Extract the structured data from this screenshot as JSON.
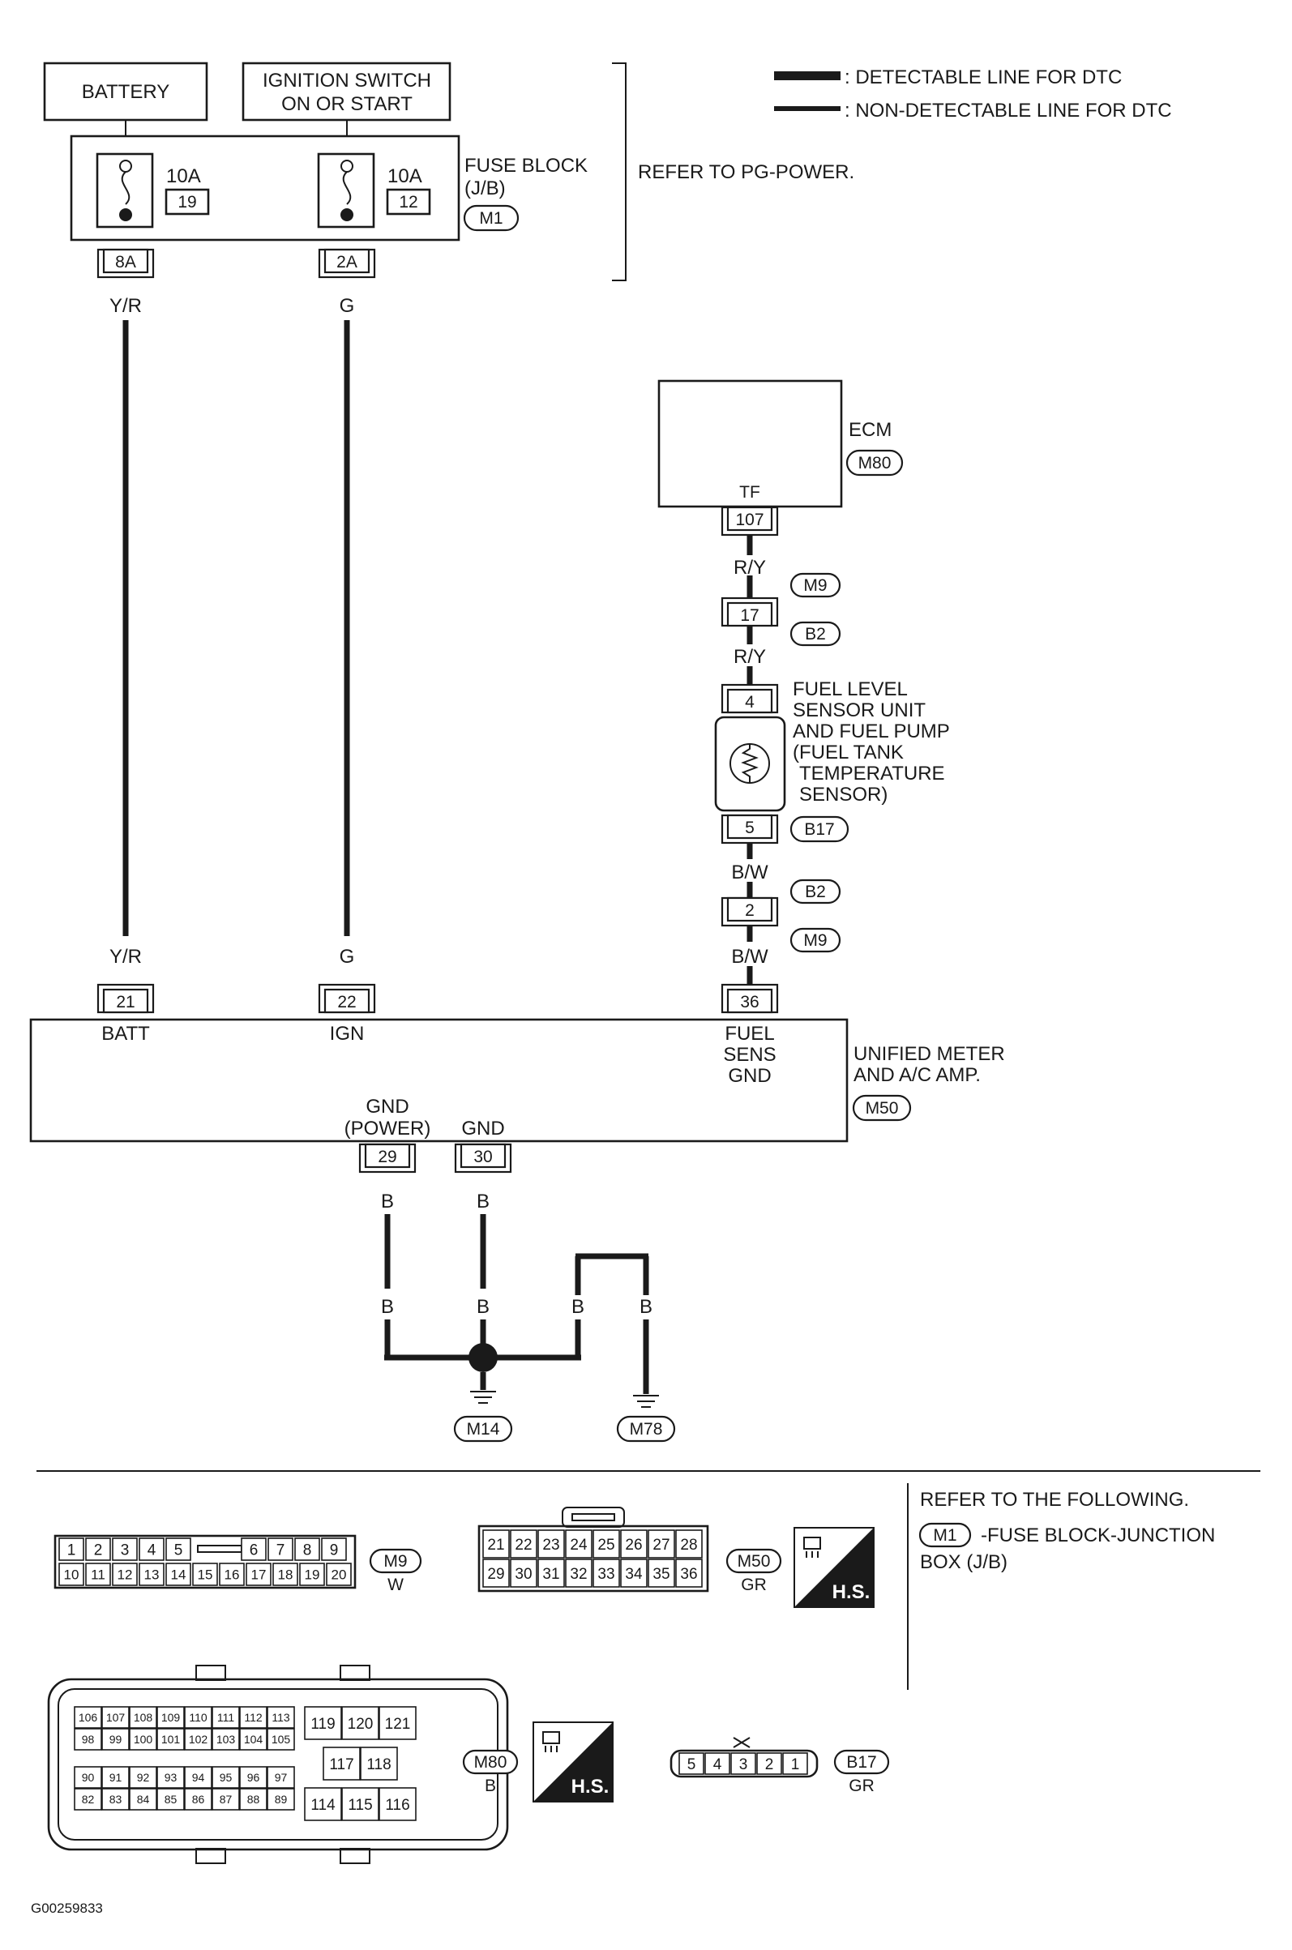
{
  "legend": {
    "detectable": ": DETECTABLE LINE FOR DTC",
    "non_detectable": ": NON-DETECTABLE LINE FOR DTC"
  },
  "power": {
    "battery": "BATTERY",
    "ign_line1": "IGNITION SWITCH",
    "ign_line2": "ON OR START",
    "fuse1_amp": "10A",
    "fuse1_num": "19",
    "fuse2_amp": "10A",
    "fuse2_num": "12",
    "fuse_block_line1": "FUSE BLOCK",
    "fuse_block_line2": "(J/B)",
    "fuse_block_conn": "M1",
    "refer": "REFER TO PG-POWER.",
    "term1": "8A",
    "term2": "2A"
  },
  "wires": {
    "yr": "Y/R",
    "g": "G",
    "ry": "R/Y",
    "bw": "B/W",
    "b": "B"
  },
  "ecm": {
    "name": "ECM",
    "conn": "M80",
    "pin_name": "TF",
    "pin": "107"
  },
  "joint": {
    "pin_top": "17",
    "pin_bottom": "2",
    "conn_m9": "M9",
    "conn_b2": "B2"
  },
  "sensor": {
    "line1": "FUEL LEVEL",
    "line2": "SENSOR UNIT",
    "line3": "AND FUEL PUMP",
    "line4": "(FUEL TANK",
    "line5": "TEMPERATURE",
    "line6": "SENSOR)",
    "pin_top": "4",
    "pin_bottom": "5",
    "conn": "B17"
  },
  "meter": {
    "name_line1": "UNIFIED METER",
    "name_line2": "AND A/C AMP.",
    "conn": "M50",
    "batt_pin": "21",
    "batt_label": "BATT",
    "ign_pin": "22",
    "ign_label": "IGN",
    "fuel_pin": "36",
    "fuel_label1": "FUEL",
    "fuel_label2": "SENS",
    "fuel_label3": "GND",
    "gndp_label1": "GND",
    "gndp_label2": "(POWER)",
    "gndp_pin": "29",
    "gnd_label": "GND",
    "gnd_pin": "30"
  },
  "grounds": {
    "g1": "M14",
    "g2": "M78"
  },
  "connectors": {
    "m9_row1": [
      "1",
      "2",
      "3",
      "4",
      "5",
      "6",
      "7",
      "8",
      "9"
    ],
    "m9_row2": [
      "10",
      "11",
      "12",
      "13",
      "14",
      "15",
      "16",
      "17",
      "18",
      "19",
      "20"
    ],
    "m9_id": "M9",
    "m9_color": "W",
    "m50_row1": [
      "21",
      "22",
      "23",
      "24",
      "25",
      "26",
      "27",
      "28"
    ],
    "m50_row2": [
      "29",
      "30",
      "31",
      "32",
      "33",
      "34",
      "35",
      "36"
    ],
    "m50_id": "M50",
    "m50_color": "GR",
    "hs": "H.S.",
    "m80_rows": [
      [
        "106",
        "107",
        "108",
        "109",
        "110",
        "111",
        "112",
        "113"
      ],
      [
        "98",
        "99",
        "100",
        "101",
        "102",
        "103",
        "104",
        "105"
      ],
      [
        "90",
        "91",
        "92",
        "93",
        "94",
        "95",
        "96",
        "97"
      ],
      [
        "82",
        "83",
        "84",
        "85",
        "86",
        "87",
        "88",
        "89"
      ]
    ],
    "m80_right_rows": [
      [
        "119",
        "120",
        "121"
      ],
      [
        "117",
        "118"
      ],
      [
        "114",
        "115",
        "116"
      ]
    ],
    "m80_id": "M80",
    "m80_color": "B",
    "b17_pins": [
      "5",
      "4",
      "3",
      "2",
      "1"
    ],
    "b17_id": "B17",
    "b17_color": "GR"
  },
  "refer_following": {
    "title": "REFER TO THE FOLLOWING.",
    "conn": "M1",
    "text1": "-FUSE BLOCK-JUNCTION",
    "text2": "BOX (J/B)"
  },
  "figure_id": "G00259833"
}
